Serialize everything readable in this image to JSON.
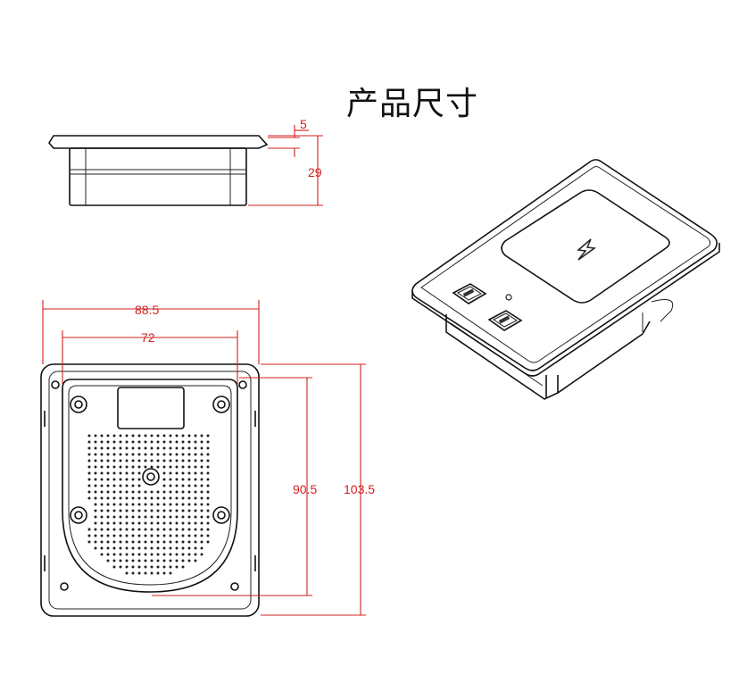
{
  "title": "产品尺寸",
  "colors": {
    "dimension": "#d32020",
    "outline": "#111111",
    "background": "#ffffff"
  },
  "dimensions": {
    "flange_thickness": "5",
    "height": "29",
    "outer_width": "88.5",
    "inner_width": "72",
    "inner_length": "90.5",
    "outer_length": "103.5"
  },
  "icons": {
    "charging": "lightning-bolt-icon"
  }
}
